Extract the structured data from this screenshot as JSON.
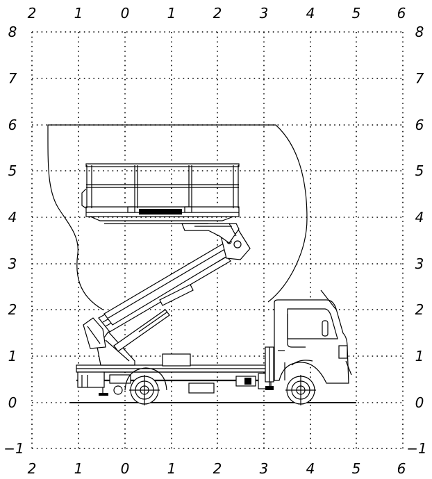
{
  "axes": {
    "top": [
      "2",
      "1",
      "0",
      "1",
      "2",
      "3",
      "4",
      "5",
      "6"
    ],
    "bottom": [
      "2",
      "1",
      "0",
      "1",
      "2",
      "3",
      "4",
      "5",
      "6"
    ],
    "left": [
      "8",
      "7",
      "6",
      "5",
      "4",
      "3",
      "2",
      "1",
      "0",
      "−1"
    ],
    "right": [
      "8",
      "7",
      "6",
      "5",
      "4",
      "3",
      "2",
      "1",
      "0",
      "−1"
    ]
  },
  "vehicle": {
    "brand_plate": ""
  },
  "colors": {
    "line": "#000000",
    "background": "#ffffff"
  }
}
